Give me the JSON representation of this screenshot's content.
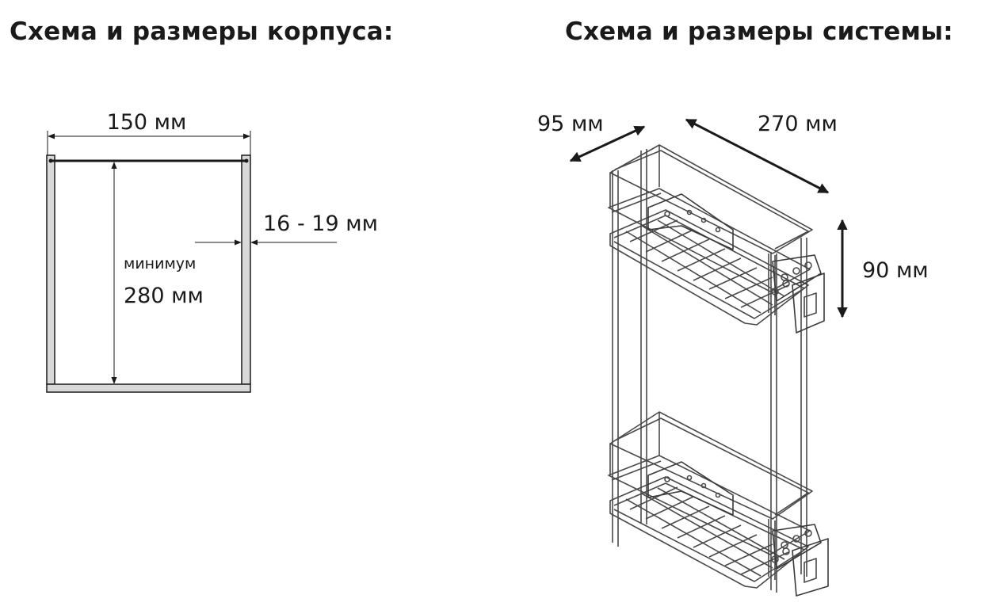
{
  "headings": {
    "cabinet": "Схема и размеры корпуса:",
    "system": "Схема и размеры системы:"
  },
  "cabinet": {
    "width": "150 мм",
    "wall": "16 - 19 мм",
    "min_label": "минимум",
    "height": "280 мм"
  },
  "system": {
    "depth": "95 мм",
    "length": "270 мм",
    "shelf_spacing": "90 мм"
  },
  "colors": {
    "line": "#1a1a1a",
    "panel_fill": "#d9d9d9",
    "wire": "#4a4a4a"
  }
}
